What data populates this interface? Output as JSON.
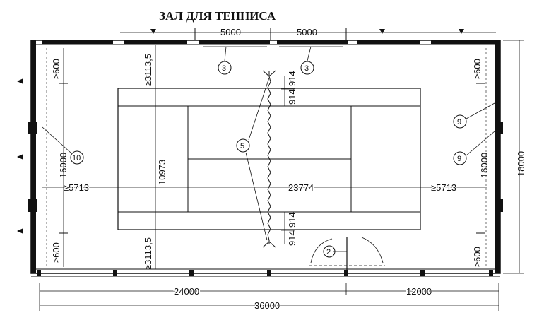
{
  "title": "ЗАЛ ДЛЯ ТЕННИСА",
  "dimensions": {
    "top_span_left": "5000",
    "top_span_right": "5000",
    "left_upper_clearance": "≥600",
    "left_lower_clearance": "≥600",
    "right_upper_clearance": "≥600",
    "right_lower_clearance": "≥600",
    "left_inner_height": "16000",
    "right_inner_height": "16000",
    "hall_width": "18000",
    "court_width": "10973",
    "side_clear_top": "≥3113,5",
    "side_clear_bottom": "≥3113,5",
    "end_clear_left": "≥5713",
    "end_clear_right": "≥5713",
    "court_length": "23774",
    "net_post_offset_top_a": "914",
    "net_post_offset_top_b": "914",
    "net_post_offset_bottom_a": "914",
    "net_post_offset_bottom_b": "914",
    "bottom_segment_left": "24000",
    "bottom_segment_right": "12000",
    "hall_length": "36000"
  },
  "callouts": [
    "3",
    "3",
    "5",
    "10",
    "9",
    "9",
    "2"
  ]
}
